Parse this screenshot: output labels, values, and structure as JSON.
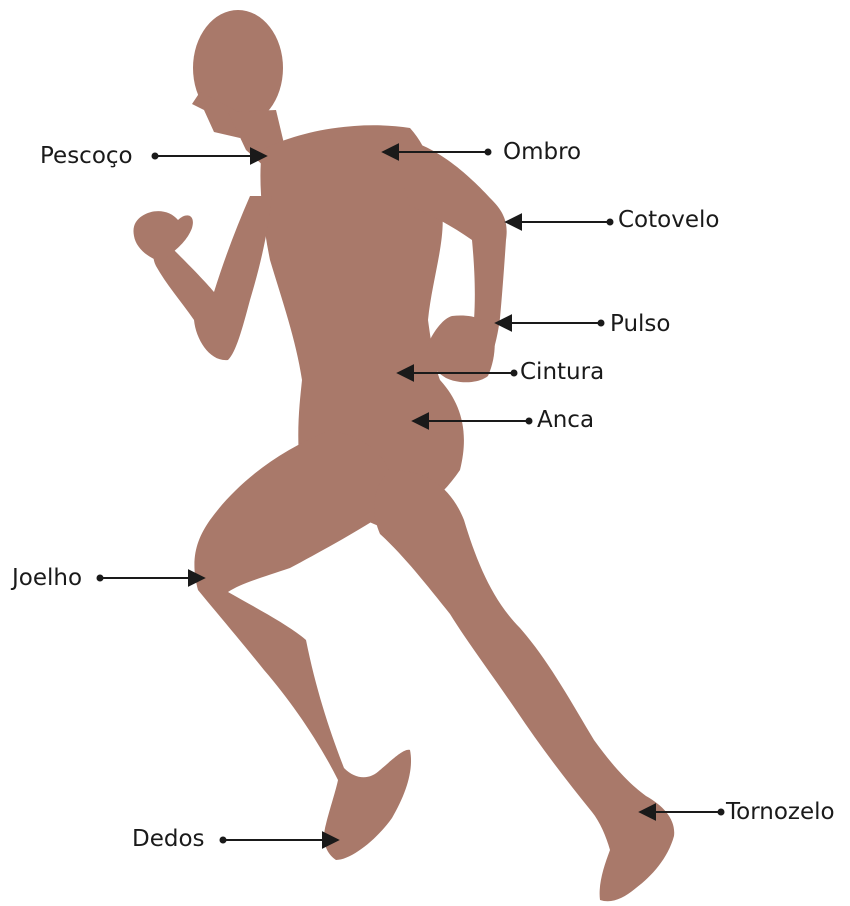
{
  "diagram": {
    "body_color": "#a9796a",
    "line_color": "#1a1a1a",
    "labels": {
      "pescoco": "Pescoço",
      "ombro": "Ombro",
      "cotovelo": "Cotovelo",
      "pulso": "Pulso",
      "cintura": "Cintura",
      "anca": "Anca",
      "joelho": "Joelho",
      "dedos": "Dedos",
      "tornozelo": "Tornozelo"
    }
  }
}
